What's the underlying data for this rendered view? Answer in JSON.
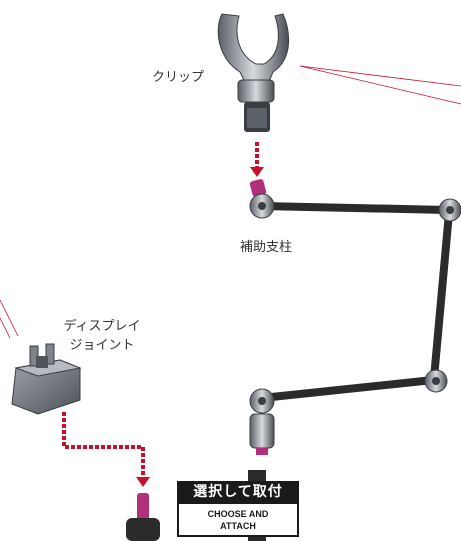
{
  "labels": {
    "clip": "クリップ",
    "arm": "補助支柱",
    "joint_line1": "ディスプレイ",
    "joint_line2": "ジョイント"
  },
  "badge": {
    "title": "選択して取付",
    "subtitle_line1": "CHOOSE AND",
    "subtitle_line2": "ATTACH"
  },
  "colors": {
    "arrow": "#c8102e",
    "connector": "#b0307a",
    "rod": "#2b2b2b",
    "joint_block": "#6f737a"
  }
}
